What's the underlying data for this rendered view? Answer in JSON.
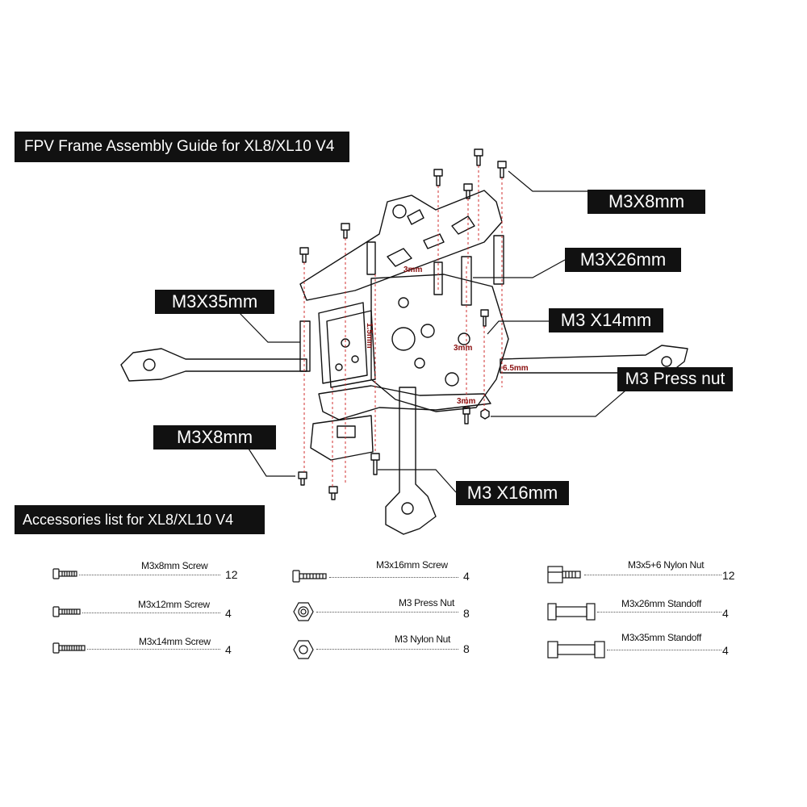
{
  "banners": {
    "guide": "FPV Frame Assembly Guide for XL8/XL10 V4",
    "accessories": "Accessories list for XL8/XL10 V4"
  },
  "callouts": {
    "top_screw": "M3X8mm",
    "standoff_26": "M3X26mm",
    "standoff_35": "M3X35mm",
    "screw_14": "M3 X14mm",
    "press_nut": "M3 Press nut",
    "bottom_screw": "M3X8mm",
    "screw_16": "M3 X16mm"
  },
  "dimensions": [
    "3mm",
    "1.5mm",
    "3mm",
    "6.5mm",
    "3mm"
  ],
  "accessories": [
    {
      "label": "M3x8mm Screw",
      "qty": "12",
      "icon": "screw-short-icon"
    },
    {
      "label": "M3x12mm Screw",
      "qty": "4",
      "icon": "screw-medium-icon"
    },
    {
      "label": "M3x14mm Screw",
      "qty": "4",
      "icon": "screw-long-icon"
    },
    {
      "label": "M3x16mm Screw",
      "qty": "4",
      "icon": "screw-xlong-icon"
    },
    {
      "label": "M3 Press Nut",
      "qty": "8",
      "icon": "press-nut-icon"
    },
    {
      "label": "M3 Nylon Nut",
      "qty": "8",
      "icon": "nylon-nut-icon"
    },
    {
      "label": "M3x5+6 Nylon Nut",
      "qty": "12",
      "icon": "nylon-spacer-nut-icon"
    },
    {
      "label": "M3x26mm Standoff",
      "qty": "4",
      "icon": "standoff-26-icon"
    },
    {
      "label": "M3x35mm Standoff",
      "qty": "4",
      "icon": "standoff-35-icon"
    }
  ],
  "colors": {
    "ink": "#111111",
    "guide_line": "#d03030",
    "dimension": "#8a1010"
  }
}
